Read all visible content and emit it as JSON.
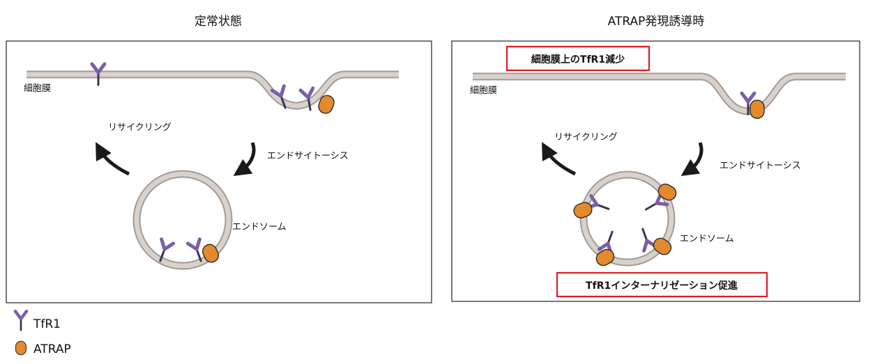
{
  "left_panel": {
    "title": "定常状態",
    "membrane_label": "細胞膜",
    "recycling_label": "リサイクリング",
    "endocytosis_label": "エンドサイトーシス",
    "endosome_label": "エンドソーム"
  },
  "right_panel": {
    "title": "ATRAP発現誘導時",
    "membrane_label": "細胞膜",
    "recycling_label": "リサイクリング",
    "endocytosis_label": "エンドサイトーシス",
    "endosome_label": "エンドソーム",
    "callout_top": "細胞膜上のTfR1減少",
    "callout_bottom": "TfR1インターナリゼーション促進"
  },
  "legend": {
    "tfr1": "TfR1",
    "atrap": "ATRAP"
  },
  "colors": {
    "tfr1": "#7b5ea7",
    "tfr1_dark": "#3b3355",
    "atrap": "#e38a2d",
    "membrane": "#d8d1cc",
    "membrane_edge": "#a39a95",
    "callout_border": "#e01b24"
  }
}
